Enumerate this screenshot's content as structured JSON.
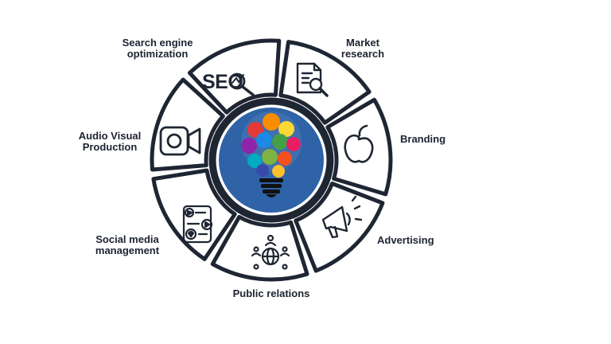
{
  "diagram": {
    "segments": [
      {
        "id": "market-research",
        "label_lines": [
          "Market",
          "research"
        ],
        "icon": "document-magnifier-icon"
      },
      {
        "id": "branding",
        "label_lines": [
          "Branding"
        ],
        "icon": "apple-logo-icon"
      },
      {
        "id": "advertising",
        "label_lines": [
          "Advertising"
        ],
        "icon": "megaphone-icon"
      },
      {
        "id": "public-relations",
        "label_lines": [
          "Public relations"
        ],
        "icon": "globe-people-icon"
      },
      {
        "id": "social-media",
        "label_lines": [
          "Social media",
          "management"
        ],
        "icon": "social-media-icon"
      },
      {
        "id": "audio-visual",
        "label_lines": [
          "Audio Visual",
          "Production"
        ],
        "icon": "video-camera-icon"
      },
      {
        "id": "seo",
        "label_lines": [
          "Search engine",
          "optimization"
        ],
        "icon": "seo-icon",
        "icon_text": "SEO"
      }
    ],
    "center_icon": "lightbulb-ideas-icon",
    "colors": {
      "ring_stroke": "#1f2633",
      "center_fill": "#2f63a8",
      "center_ring": "#1f2633",
      "label_text": "#1c2330"
    }
  }
}
